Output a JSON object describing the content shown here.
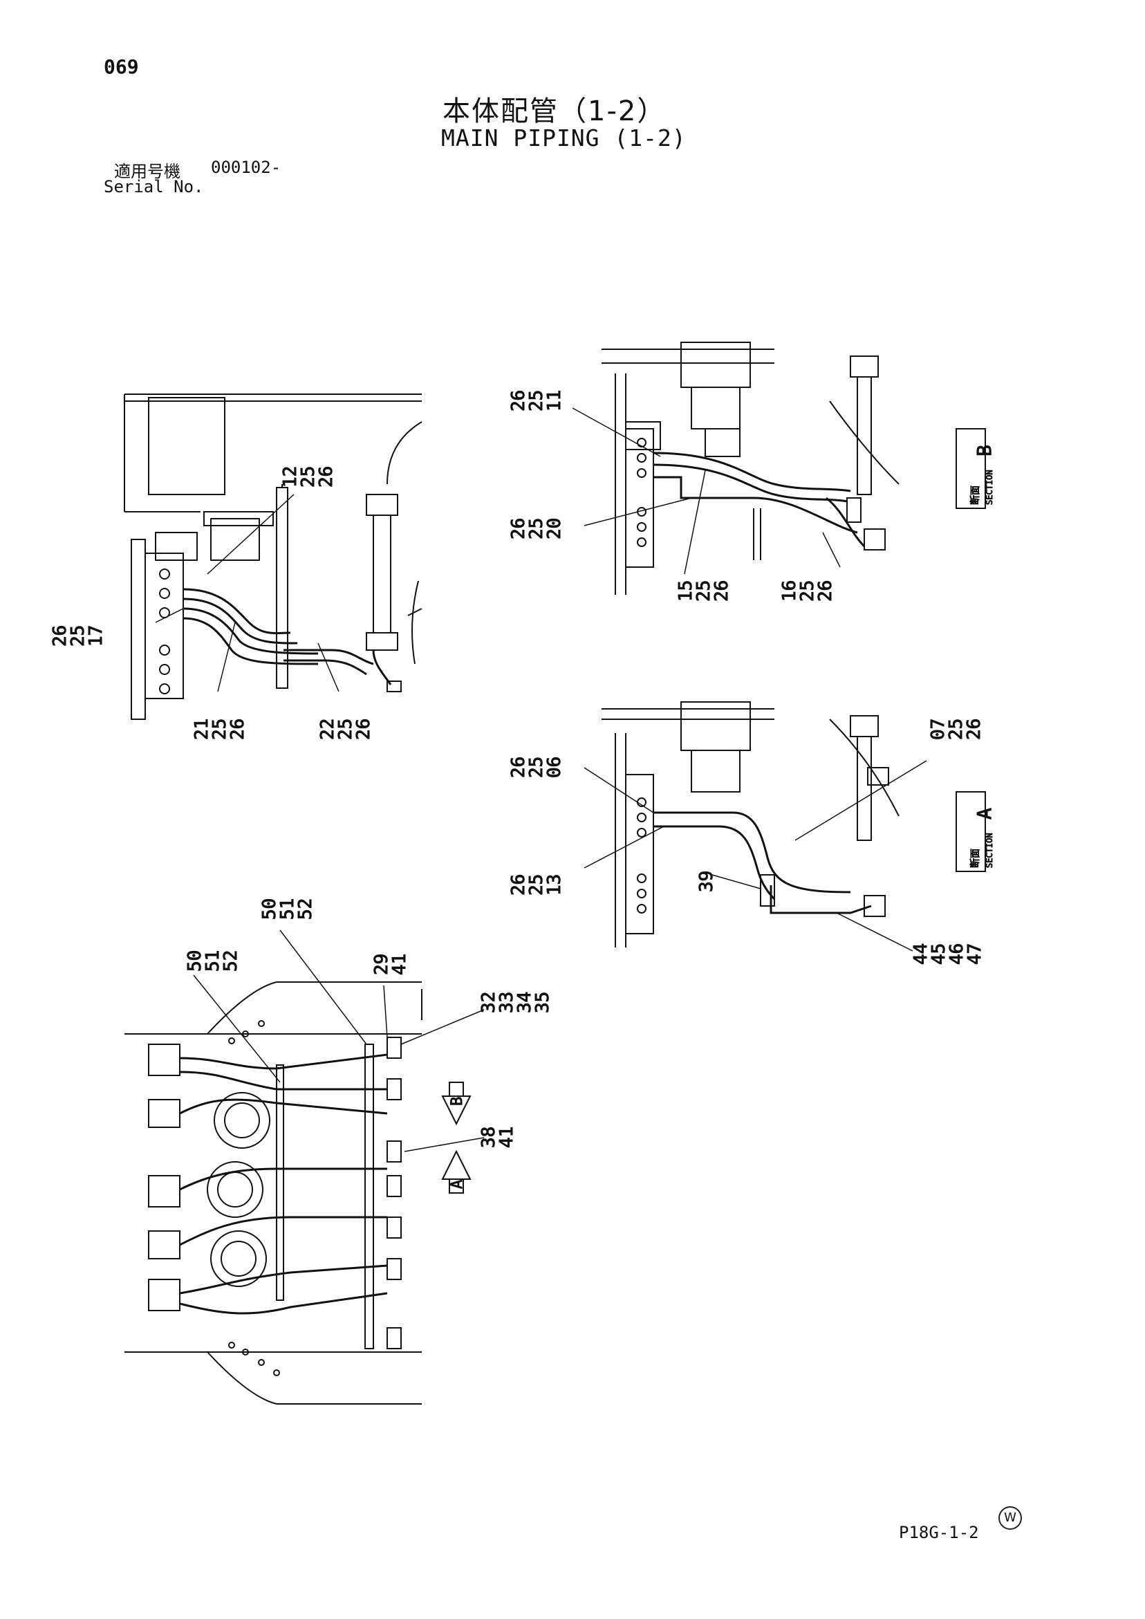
{
  "header": {
    "page_number": "069",
    "title_jp": "本体配管（1-2）",
    "title_en": "MAIN PIPING (1-2)",
    "serial_label_jp": "適用号機",
    "serial_value": "000102-",
    "serial_label_en": "Serial No."
  },
  "footer": {
    "page_ref": "P18G-1-2",
    "mark": "W"
  },
  "sections": {
    "b": {
      "jp": "断面",
      "en": "SECTION",
      "letter": "B"
    },
    "a": {
      "jp": "断面",
      "en": "SECTION",
      "letter": "A"
    }
  },
  "arrows": {
    "b": "B",
    "a": "A"
  },
  "callouts": {
    "tl_17": [
      "26",
      "25",
      "17"
    ],
    "tl_12": [
      "12",
      "25",
      "26"
    ],
    "tl_21": [
      "21",
      "25",
      "26"
    ],
    "tl_22": [
      "22",
      "25",
      "26"
    ],
    "sb_11": [
      "26",
      "25",
      "11"
    ],
    "sb_20": [
      "26",
      "25",
      "20"
    ],
    "sb_15": [
      "15",
      "25",
      "26"
    ],
    "sb_16": [
      "16",
      "25",
      "26"
    ],
    "sa_06": [
      "26",
      "25",
      "06"
    ],
    "sa_13": [
      "26",
      "25",
      "13"
    ],
    "sa_07": [
      "07",
      "25",
      "26"
    ],
    "sa_39": [
      "39"
    ],
    "sa_44": [
      "44",
      "45",
      "46",
      "47"
    ],
    "bl_50a": [
      "50",
      "51",
      "52"
    ],
    "bl_50b": [
      "50",
      "51",
      "52"
    ],
    "bl_29": [
      "29",
      "41"
    ],
    "bl_32": [
      "32",
      "33",
      "34",
      "35"
    ],
    "bl_38": [
      "38",
      "41"
    ]
  }
}
